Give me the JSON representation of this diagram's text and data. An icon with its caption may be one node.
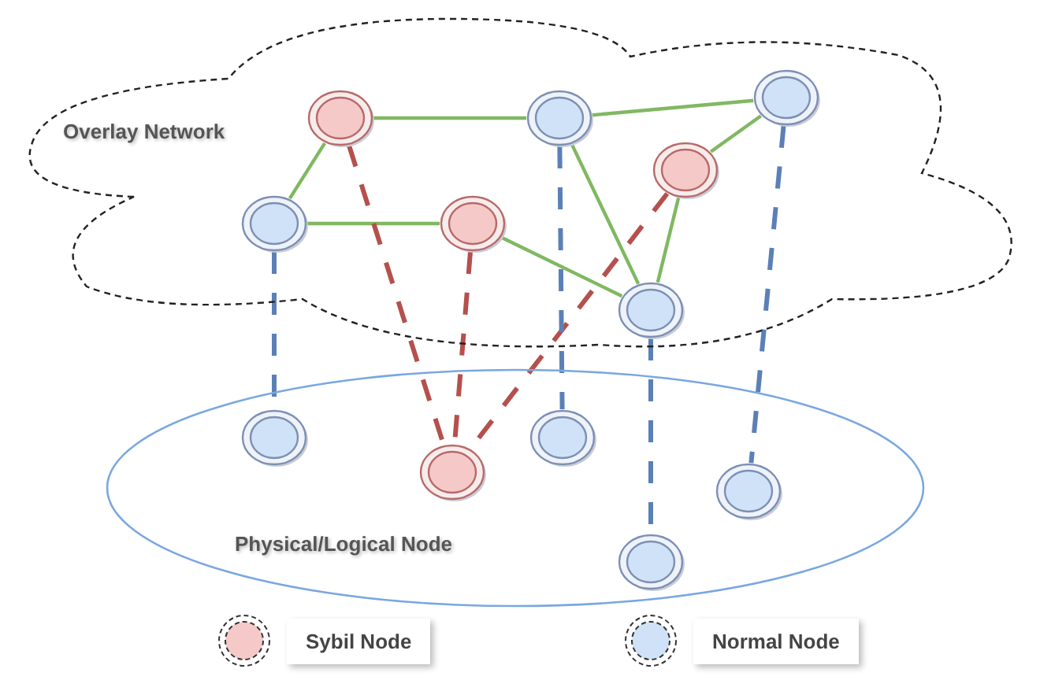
{
  "diagram": {
    "nodes": [
      {
        "text": [
          "Overlay Network"
        ]
      },
      {
        "text": [],
        "shape": "circle",
        "in": 0
      },
      {
        "text": [],
        "shape": "circle",
        "in": 0
      },
      {
        "text": [],
        "shape": "circle",
        "in": 0
      },
      {
        "text": [],
        "shape": "circle",
        "in": 0
      },
      {
        "text": [],
        "shape": "circle",
        "in": 0
      },
      {
        "text": [],
        "shape": "circle",
        "in": 0
      },
      {
        "text": [],
        "shape": "circle",
        "in": 0
      },
      {
        "text": [
          "Physical/Logical Node"
        ]
      },
      {
        "text": [],
        "shape": "circle",
        "in": 8
      },
      {
        "text": [],
        "shape": "circle",
        "in": 8
      },
      {
        "text": [],
        "shape": "circle",
        "in": 8
      },
      {
        "text": [],
        "shape": "circle",
        "in": 8
      },
      {
        "text": [],
        "shape": "circle",
        "in": 8
      }
    ],
    "edges": [
      {
        "from": 1,
        "to": 2,
        "arrow": "none"
      },
      {
        "from": 2,
        "to": 3,
        "arrow": "none"
      },
      {
        "from": 1,
        "to": 5,
        "arrow": "none"
      },
      {
        "from": 5,
        "to": 6,
        "arrow": "none"
      },
      {
        "from": 6,
        "to": 7,
        "arrow": "none"
      },
      {
        "from": 2,
        "to": 7,
        "arrow": "none"
      },
      {
        "from": 3,
        "to": 4,
        "arrow": "none"
      },
      {
        "from": 4,
        "to": 7,
        "arrow": "none"
      },
      {
        "from": 5,
        "to": 9,
        "arrow": "none",
        "style": "dashed",
        "color": "#5b80b8"
      },
      {
        "from": 1,
        "to": 10,
        "arrow": "none",
        "style": "dashed",
        "color": "#b5504c"
      },
      {
        "from": 6,
        "to": 10,
        "arrow": "none",
        "style": "dashed",
        "color": "#b5504c"
      },
      {
        "from": 4,
        "to": 10,
        "arrow": "none",
        "style": "dashed",
        "color": "#b5504c"
      },
      {
        "from": 2,
        "to": 11,
        "arrow": "none",
        "style": "dashed",
        "color": "#5b80b8"
      },
      {
        "from": 7,
        "to": 13,
        "arrow": "none",
        "style": "dashed",
        "color": "#5b80b8"
      },
      {
        "from": 3,
        "to": 12,
        "arrow": "none",
        "style": "dashed",
        "color": "#5b80b8"
      }
    ],
    "legend": [
      {
        "text": "Sybil Node",
        "color": "#f6c9c9"
      },
      {
        "text": "Normal Node",
        "color": "#cfe2f7"
      }
    ]
  }
}
